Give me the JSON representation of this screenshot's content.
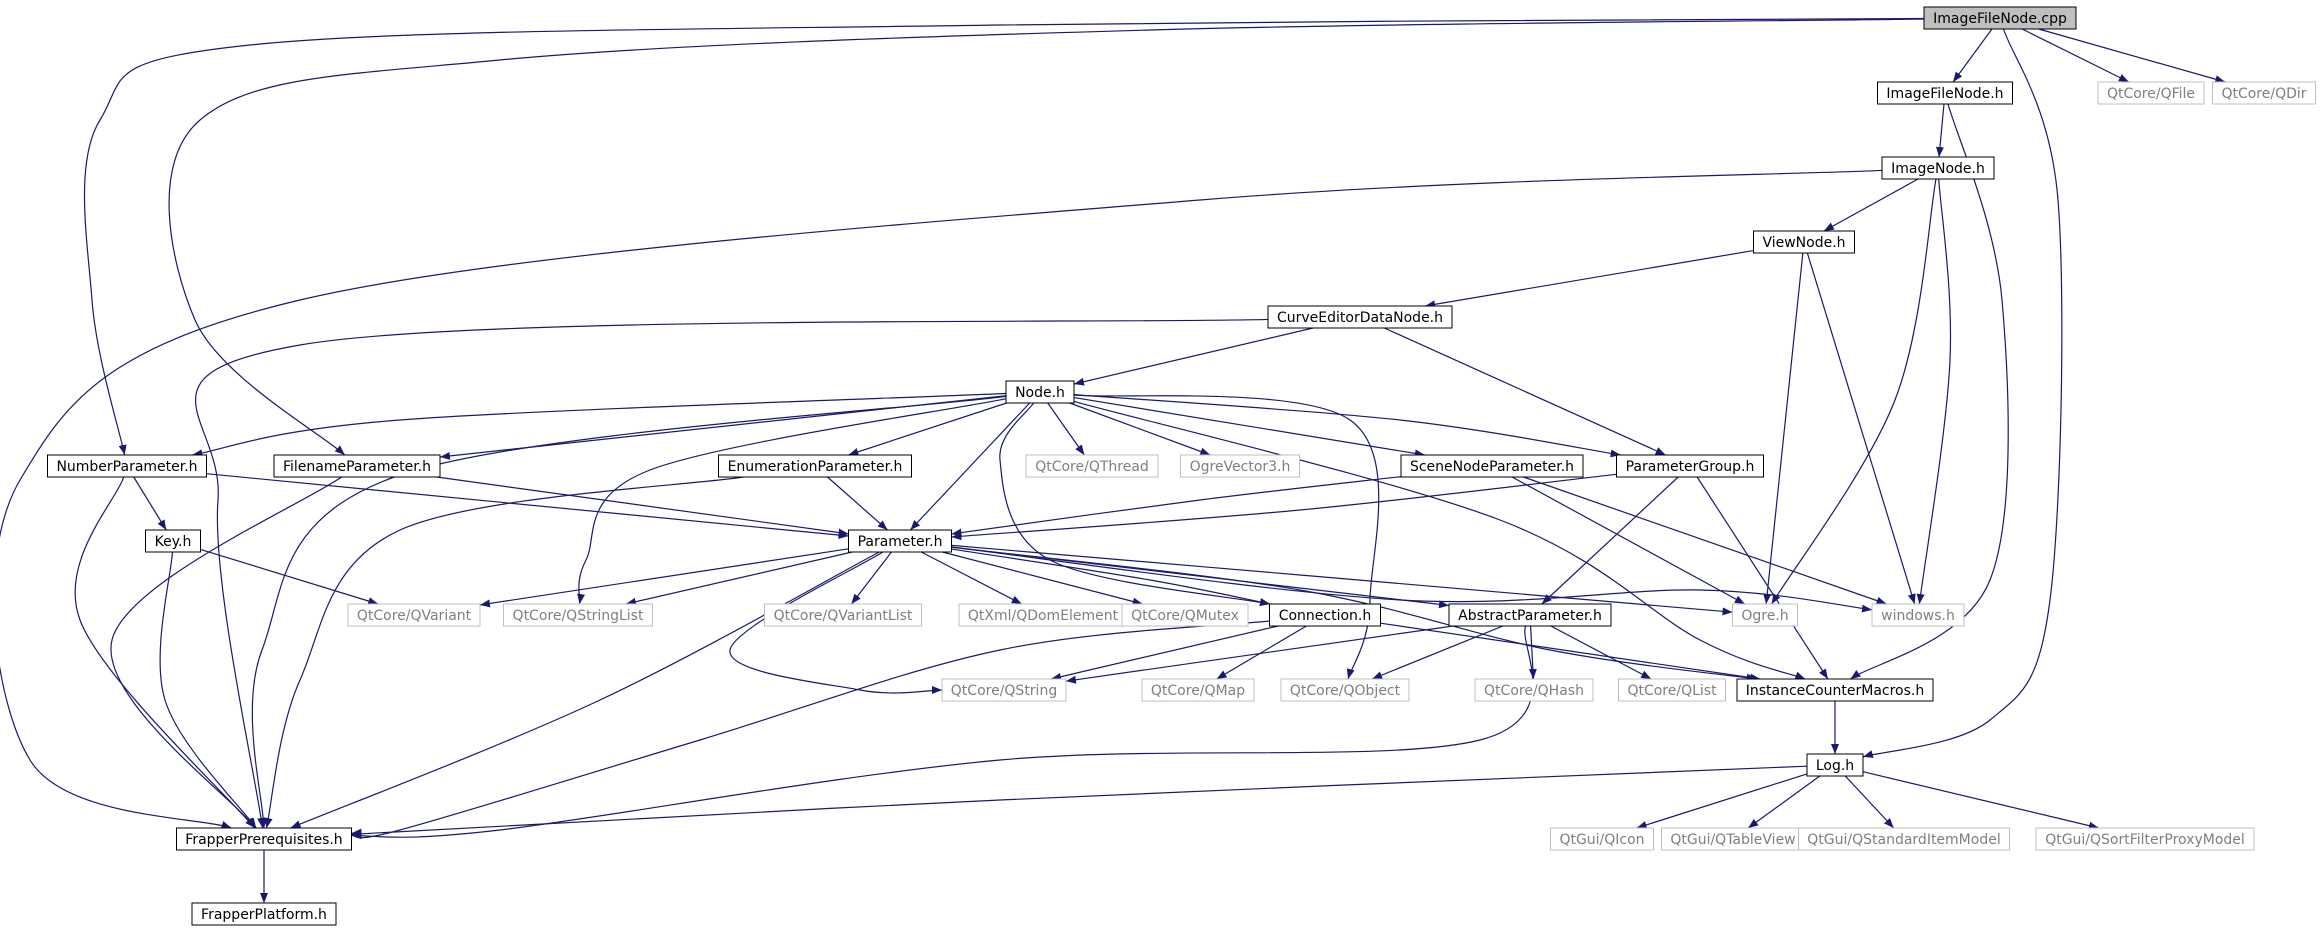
{
  "diagram": {
    "nodes": [
      {
        "id": "ImageFileNode.cpp",
        "label": "ImageFileNode.cpp",
        "style": "root"
      },
      {
        "id": "ImageFileNode.h",
        "label": "ImageFileNode.h",
        "style": "normal"
      },
      {
        "id": "QtCore/QFile",
        "label": "QtCore/QFile",
        "style": "external"
      },
      {
        "id": "QtCore/QDir",
        "label": "QtCore/QDir",
        "style": "external"
      },
      {
        "id": "ImageNode.h",
        "label": "ImageNode.h",
        "style": "normal"
      },
      {
        "id": "ViewNode.h",
        "label": "ViewNode.h",
        "style": "normal"
      },
      {
        "id": "CurveEditorDataNode.h",
        "label": "CurveEditorDataNode.h",
        "style": "normal"
      },
      {
        "id": "Node.h",
        "label": "Node.h",
        "style": "normal"
      },
      {
        "id": "NumberParameter.h",
        "label": "NumberParameter.h",
        "style": "normal"
      },
      {
        "id": "FilenameParameter.h",
        "label": "FilenameParameter.h",
        "style": "normal"
      },
      {
        "id": "EnumerationParameter.h",
        "label": "EnumerationParameter.h",
        "style": "normal"
      },
      {
        "id": "QtCore/QThread",
        "label": "QtCore/QThread",
        "style": "external"
      },
      {
        "id": "OgreVector3.h",
        "label": "OgreVector3.h",
        "style": "external"
      },
      {
        "id": "SceneNodeParameter.h",
        "label": "SceneNodeParameter.h",
        "style": "normal"
      },
      {
        "id": "ParameterGroup.h",
        "label": "ParameterGroup.h",
        "style": "normal"
      },
      {
        "id": "Key.h",
        "label": "Key.h",
        "style": "normal"
      },
      {
        "id": "Parameter.h",
        "label": "Parameter.h",
        "style": "normal"
      },
      {
        "id": "QtCore/QVariant",
        "label": "QtCore/QVariant",
        "style": "external"
      },
      {
        "id": "QtCore/QStringList",
        "label": "QtCore/QStringList",
        "style": "external"
      },
      {
        "id": "QtCore/QVariantList",
        "label": "QtCore/QVariantList",
        "style": "external"
      },
      {
        "id": "QtXml/QDomElement",
        "label": "QtXml/QDomElement",
        "style": "external"
      },
      {
        "id": "QtCore/QMutex",
        "label": "QtCore/QMutex",
        "style": "external"
      },
      {
        "id": "Connection.h",
        "label": "Connection.h",
        "style": "normal"
      },
      {
        "id": "AbstractParameter.h",
        "label": "AbstractParameter.h",
        "style": "normal"
      },
      {
        "id": "Ogre.h",
        "label": "Ogre.h",
        "style": "external"
      },
      {
        "id": "windows.h",
        "label": "windows.h",
        "style": "external"
      },
      {
        "id": "QtCore/QString",
        "label": "QtCore/QString",
        "style": "external"
      },
      {
        "id": "QtCore/QMap",
        "label": "QtCore/QMap",
        "style": "external"
      },
      {
        "id": "QtCore/QObject",
        "label": "QtCore/QObject",
        "style": "external"
      },
      {
        "id": "QtCore/QHash",
        "label": "QtCore/QHash",
        "style": "external"
      },
      {
        "id": "QtCore/QList",
        "label": "QtCore/QList",
        "style": "external"
      },
      {
        "id": "InstanceCounterMacros.h",
        "label": "InstanceCounterMacros.h",
        "style": "normal"
      },
      {
        "id": "Log.h",
        "label": "Log.h",
        "style": "normal"
      },
      {
        "id": "FrapperPrerequisites.h",
        "label": "FrapperPrerequisites.h",
        "style": "normal"
      },
      {
        "id": "FrapperPlatform.h",
        "label": "FrapperPlatform.h",
        "style": "normal"
      },
      {
        "id": "QtGui/QIcon",
        "label": "QtGui/QIcon",
        "style": "external"
      },
      {
        "id": "QtGui/QTableView",
        "label": "QtGui/QTableView",
        "style": "external"
      },
      {
        "id": "QtGui/QStandardItemModel",
        "label": "QtGui/QStandardItemModel",
        "style": "external"
      },
      {
        "id": "QtGui/QSortFilterProxyModel",
        "label": "QtGui/QSortFilterProxyModel",
        "style": "external"
      }
    ],
    "edges": [
      [
        "ImageFileNode.cpp",
        "ImageFileNode.h"
      ],
      [
        "ImageFileNode.cpp",
        "QtCore/QFile"
      ],
      [
        "ImageFileNode.cpp",
        "QtCore/QDir"
      ],
      [
        "ImageFileNode.cpp",
        "NumberParameter.h"
      ],
      [
        "ImageFileNode.cpp",
        "FilenameParameter.h"
      ],
      [
        "ImageFileNode.cpp",
        "Log.h"
      ],
      [
        "ImageFileNode.h",
        "ImageNode.h"
      ],
      [
        "ImageFileNode.h",
        "InstanceCounterMacros.h"
      ],
      [
        "ImageNode.h",
        "ViewNode.h"
      ],
      [
        "ImageNode.h",
        "FrapperPrerequisites.h"
      ],
      [
        "ImageNode.h",
        "Ogre.h"
      ],
      [
        "ImageNode.h",
        "windows.h"
      ],
      [
        "ViewNode.h",
        "CurveEditorDataNode.h"
      ],
      [
        "ViewNode.h",
        "Ogre.h"
      ],
      [
        "ViewNode.h",
        "windows.h"
      ],
      [
        "CurveEditorDataNode.h",
        "Node.h"
      ],
      [
        "CurveEditorDataNode.h",
        "ParameterGroup.h"
      ],
      [
        "CurveEditorDataNode.h",
        "FrapperPrerequisites.h"
      ],
      [
        "Node.h",
        "NumberParameter.h"
      ],
      [
        "Node.h",
        "FilenameParameter.h"
      ],
      [
        "Node.h",
        "EnumerationParameter.h"
      ],
      [
        "Node.h",
        "QtCore/QThread"
      ],
      [
        "Node.h",
        "OgreVector3.h"
      ],
      [
        "Node.h",
        "SceneNodeParameter.h"
      ],
      [
        "Node.h",
        "ParameterGroup.h"
      ],
      [
        "Node.h",
        "Parameter.h"
      ],
      [
        "Node.h",
        "FrapperPrerequisites.h"
      ],
      [
        "Node.h",
        "QtCore/QStringList"
      ],
      [
        "Node.h",
        "Connection.h"
      ],
      [
        "Node.h",
        "QtCore/QObject"
      ],
      [
        "Node.h",
        "InstanceCounterMacros.h"
      ],
      [
        "NumberParameter.h",
        "Key.h"
      ],
      [
        "NumberParameter.h",
        "Parameter.h"
      ],
      [
        "NumberParameter.h",
        "FrapperPrerequisites.h"
      ],
      [
        "FilenameParameter.h",
        "Parameter.h"
      ],
      [
        "FilenameParameter.h",
        "FrapperPrerequisites.h"
      ],
      [
        "EnumerationParameter.h",
        "Parameter.h"
      ],
      [
        "EnumerationParameter.h",
        "FrapperPrerequisites.h"
      ],
      [
        "SceneNodeParameter.h",
        "Parameter.h"
      ],
      [
        "SceneNodeParameter.h",
        "Ogre.h"
      ],
      [
        "SceneNodeParameter.h",
        "windows.h"
      ],
      [
        "ParameterGroup.h",
        "Parameter.h"
      ],
      [
        "ParameterGroup.h",
        "AbstractParameter.h"
      ],
      [
        "ParameterGroup.h",
        "InstanceCounterMacros.h"
      ],
      [
        "Key.h",
        "QtCore/QVariant"
      ],
      [
        "Key.h",
        "FrapperPrerequisites.h"
      ],
      [
        "Parameter.h",
        "QtCore/QVariant"
      ],
      [
        "Parameter.h",
        "QtCore/QStringList"
      ],
      [
        "Parameter.h",
        "QtCore/QVariantList"
      ],
      [
        "Parameter.h",
        "QtXml/QDomElement"
      ],
      [
        "Parameter.h",
        "QtCore/QMutex"
      ],
      [
        "Parameter.h",
        "Connection.h"
      ],
      [
        "Parameter.h",
        "AbstractParameter.h"
      ],
      [
        "Parameter.h",
        "Ogre.h"
      ],
      [
        "Parameter.h",
        "windows.h"
      ],
      [
        "Parameter.h",
        "QtCore/QString"
      ],
      [
        "Parameter.h",
        "InstanceCounterMacros.h"
      ],
      [
        "Parameter.h",
        "FrapperPrerequisites.h"
      ],
      [
        "Connection.h",
        "QtCore/QString"
      ],
      [
        "Connection.h",
        "QtCore/QMap"
      ],
      [
        "Connection.h",
        "InstanceCounterMacros.h"
      ],
      [
        "Connection.h",
        "FrapperPrerequisites.h"
      ],
      [
        "AbstractParameter.h",
        "QtCore/QString"
      ],
      [
        "AbstractParameter.h",
        "QtCore/QObject"
      ],
      [
        "AbstractParameter.h",
        "QtCore/QHash"
      ],
      [
        "AbstractParameter.h",
        "QtCore/QList"
      ],
      [
        "AbstractParameter.h",
        "FrapperPrerequisites.h"
      ],
      [
        "InstanceCounterMacros.h",
        "Log.h"
      ],
      [
        "Log.h",
        "FrapperPrerequisites.h"
      ],
      [
        "Log.h",
        "QtGui/QIcon"
      ],
      [
        "Log.h",
        "QtGui/QTableView"
      ],
      [
        "Log.h",
        "QtGui/QStandardItemModel"
      ],
      [
        "Log.h",
        "QtGui/QSortFilterProxyModel"
      ],
      [
        "FrapperPrerequisites.h",
        "FrapperPlatform.h"
      ]
    ],
    "colors": {
      "edge": "#191970",
      "node_border": "#000000",
      "external_border": "#bfbfbf",
      "external_text": "#7f7f7f",
      "text": "#000000",
      "root_fill": "#bfbfbf",
      "node_fill": "#ffffff"
    }
  }
}
